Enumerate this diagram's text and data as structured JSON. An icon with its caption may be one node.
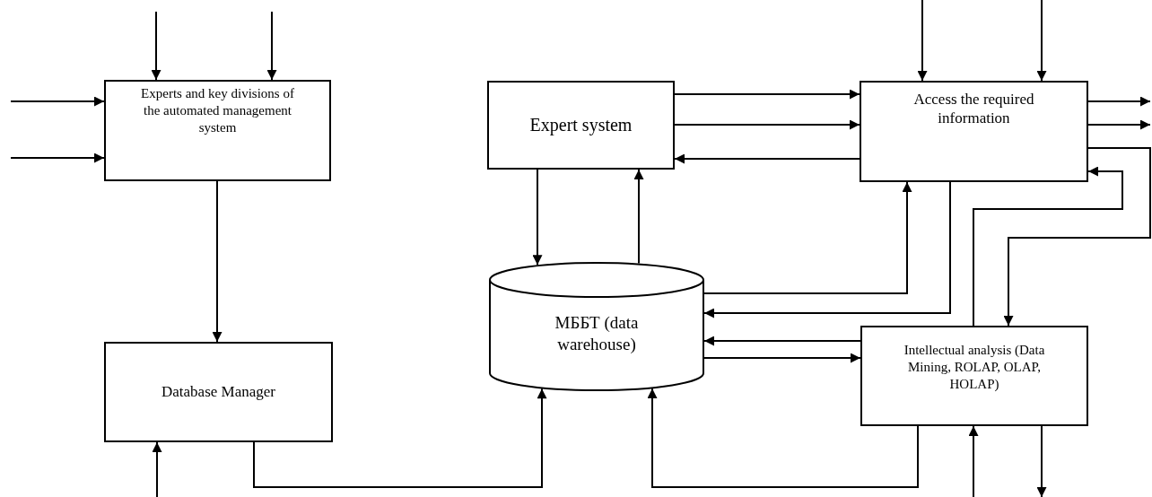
{
  "diagram": {
    "nodes": [
      {
        "text": [
          "Experts and key divisions of the automated management system"
        ]
      },
      {
        "text": [
          "Expert system"
        ]
      },
      {
        "text": [
          "Access the required information"
        ]
      },
      {
        "text": [
          "МББТ (data warehouse)"
        ]
      },
      {
        "text": [
          "Database Manager"
        ]
      },
      {
        "text": [
          "Intellectual analysis (Data Mining, ROLAP, OLAP, HOLAP)"
        ]
      }
    ],
    "edges": [
      {
        "from": null,
        "to": 0,
        "arrow": "to"
      },
      {
        "from": null,
        "to": 0,
        "arrow": "to"
      },
      {
        "from": null,
        "to": 0,
        "arrow": "to"
      },
      {
        "from": null,
        "to": 0,
        "arrow": "to"
      },
      {
        "from": 0,
        "to": 4,
        "arrow": "to"
      },
      {
        "from": null,
        "to": 4,
        "arrow": "to"
      },
      {
        "from": 4,
        "to": 3,
        "arrow": "to"
      },
      {
        "from": 1,
        "to": 2,
        "arrow": "to"
      },
      {
        "from": 1,
        "to": 2,
        "arrow": "to"
      },
      {
        "from": 2,
        "to": 1,
        "arrow": "to"
      },
      {
        "from": 1,
        "to": 3,
        "arrow": "to"
      },
      {
        "from": 3,
        "to": 1,
        "arrow": "to"
      },
      {
        "from": null,
        "to": 2,
        "arrow": "to"
      },
      {
        "from": null,
        "to": 2,
        "arrow": "to"
      },
      {
        "from": 2,
        "to": null,
        "arrow": "to"
      },
      {
        "from": 2,
        "to": null,
        "arrow": "to"
      },
      {
        "from": 3,
        "to": 2,
        "arrow": "to"
      },
      {
        "from": 2,
        "to": 3,
        "arrow": "to"
      },
      {
        "from": 5,
        "to": 2,
        "arrow": "to"
      },
      {
        "from": 2,
        "to": 5,
        "arrow": "to"
      },
      {
        "from": 5,
        "to": 3,
        "arrow": "to"
      },
      {
        "from": 3,
        "to": 5,
        "arrow": "to"
      },
      {
        "from": 5,
        "to": 3,
        "arrow": "to"
      },
      {
        "from": null,
        "to": 5,
        "arrow": "to"
      },
      {
        "from": 5,
        "to": null,
        "arrow": "to"
      }
    ]
  }
}
